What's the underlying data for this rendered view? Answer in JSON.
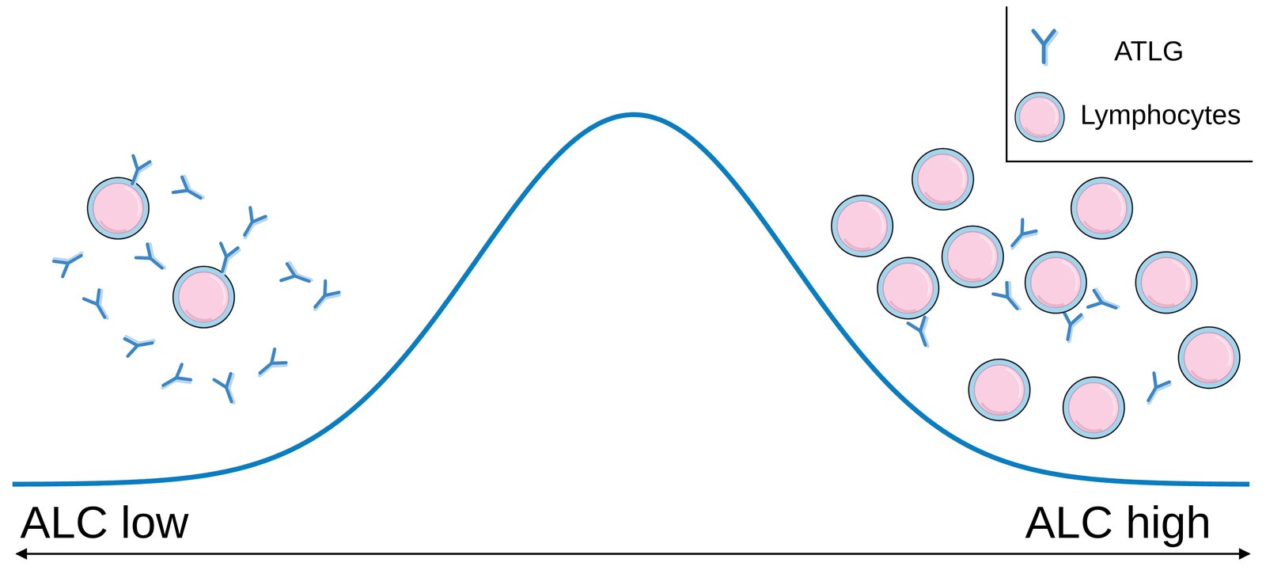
{
  "diagram": {
    "labels": [
      "ALC low",
      "ALC high"
    ],
    "legend": [
      {
        "text": "ATLG"
      },
      {
        "text": "Lymphocytes"
      }
    ]
  }
}
